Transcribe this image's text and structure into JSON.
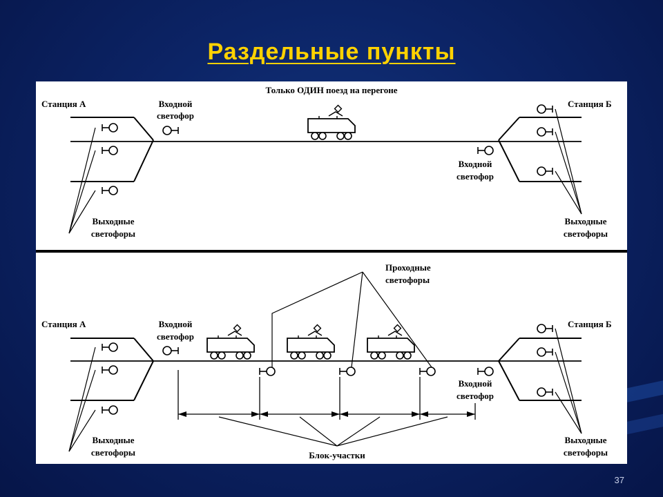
{
  "slide": {
    "title": "Раздельные пункты",
    "page_number": "37"
  },
  "top_diagram": {
    "caption": "Только ОДИН поезд на перегоне",
    "station_a": "Станция А",
    "station_b": "Станция Б",
    "entry_signal_left": [
      "Входной",
      "светофор"
    ],
    "entry_signal_right": [
      "Входной",
      "светофор"
    ],
    "exit_signals_left": [
      "Выходные",
      "светофоры"
    ],
    "exit_signals_right": [
      "Выходные",
      "светофоры"
    ]
  },
  "bottom_diagram": {
    "station_a": "Станция А",
    "station_b": "Станция Б",
    "entry_signal_left": [
      "Входной",
      "светофор"
    ],
    "entry_signal_right": [
      "Входной",
      "светофор"
    ],
    "exit_signals_left": [
      "Выходные",
      "светофоры"
    ],
    "exit_signals_right": [
      "Выходные",
      "светофоры"
    ],
    "passing_signals": [
      "Проходные",
      "светофоры"
    ],
    "block_sections": "Блок-участки"
  }
}
